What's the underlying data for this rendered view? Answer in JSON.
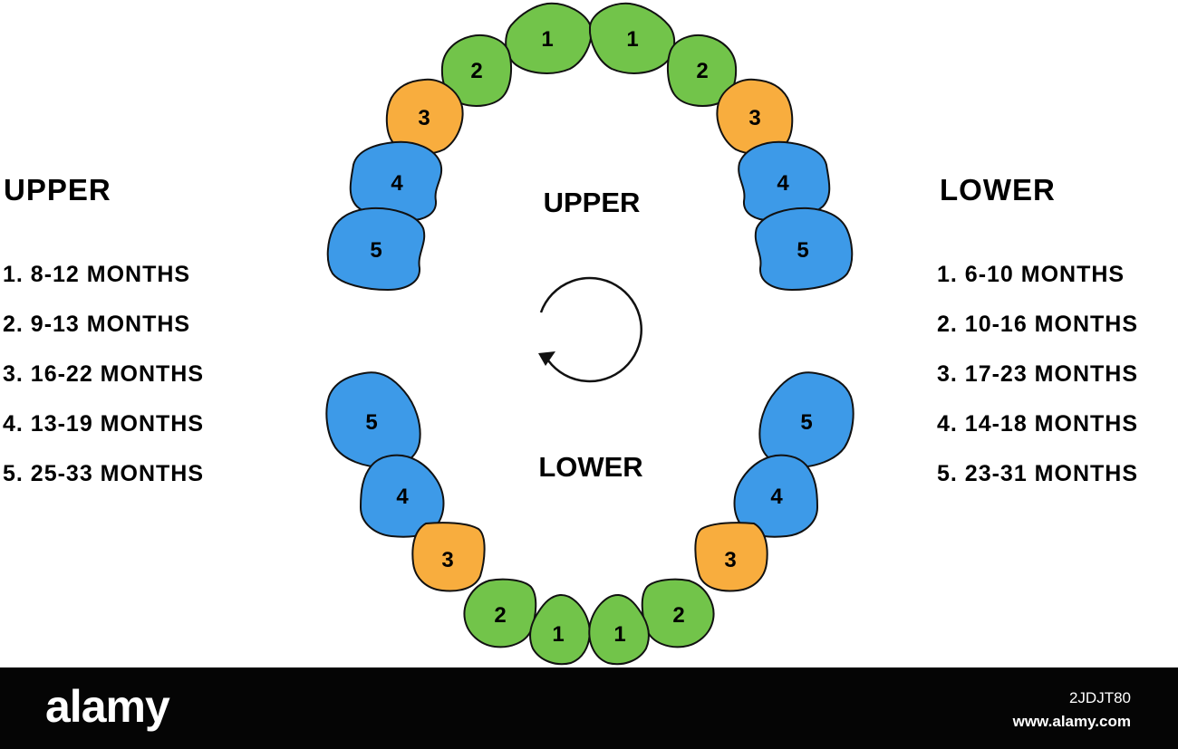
{
  "left_legend": {
    "title": "UPPER",
    "items": [
      "1. 8-12 MONTHS",
      "2. 9-13 MONTHS",
      "3. 16-22 MONTHS",
      "4. 13-19 MONTHS",
      "5. 25-33 MONTHS"
    ]
  },
  "right_legend": {
    "title": "LOWER",
    "items": [
      "1. 6-10 MONTHS",
      "2. 10-16 MONTHS",
      "3. 17-23 MONTHS",
      "4. 14-18 MONTHS",
      "5. 23-31 MONTHS"
    ]
  },
  "diagram": {
    "upper_label": "UPPER",
    "lower_label": "LOWER",
    "upper_teeth": [
      {
        "number": "1",
        "color": "green"
      },
      {
        "number": "1",
        "color": "green"
      },
      {
        "number": "2",
        "color": "green"
      },
      {
        "number": "2",
        "color": "green"
      },
      {
        "number": "3",
        "color": "orange"
      },
      {
        "number": "3",
        "color": "orange"
      },
      {
        "number": "4",
        "color": "blue"
      },
      {
        "number": "4",
        "color": "blue"
      },
      {
        "number": "5",
        "color": "blue"
      },
      {
        "number": "5",
        "color": "blue"
      }
    ],
    "lower_teeth": [
      {
        "number": "5",
        "color": "blue"
      },
      {
        "number": "5",
        "color": "blue"
      },
      {
        "number": "4",
        "color": "blue"
      },
      {
        "number": "4",
        "color": "blue"
      },
      {
        "number": "3",
        "color": "orange"
      },
      {
        "number": "3",
        "color": "orange"
      },
      {
        "number": "2",
        "color": "green"
      },
      {
        "number": "2",
        "color": "green"
      },
      {
        "number": "1",
        "color": "green"
      },
      {
        "number": "1",
        "color": "green"
      }
    ],
    "cycle_icon": "circular-arrow-icon"
  },
  "colors": {
    "green": "#72c44a",
    "orange": "#f8ad3e",
    "blue": "#3d9ae8",
    "outline": "#111111"
  },
  "footer": {
    "brand": "alamy",
    "image_id": "2JDJT80",
    "url": "www.alamy.com"
  }
}
